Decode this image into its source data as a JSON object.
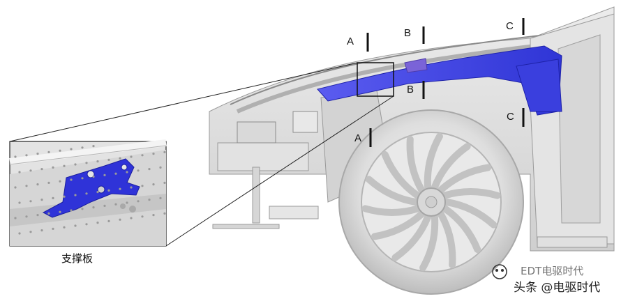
{
  "caption": "支撑板",
  "labels": {
    "a_top": "A",
    "a_low": "A",
    "b_top": "B",
    "b_low": "B",
    "c_top": "C",
    "c_low": "C"
  },
  "watermark": {
    "line1": "EDT电驱时代",
    "line2": "头条 @电驱时代"
  },
  "colors": {
    "highlight_part": "#3b3fe0",
    "car_body": "#dcdcdc",
    "outline": "#222222"
  }
}
